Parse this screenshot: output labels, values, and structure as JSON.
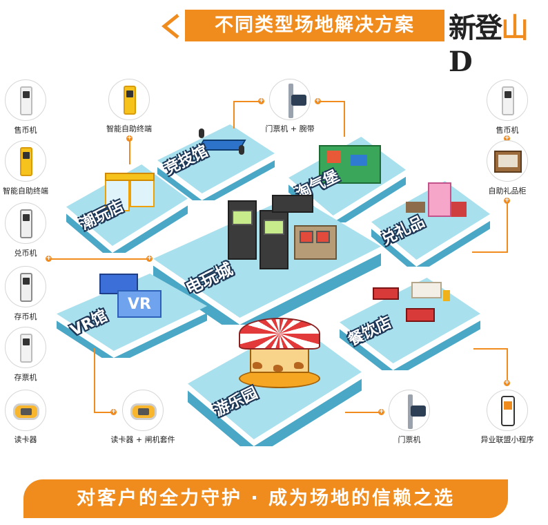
{
  "header": {
    "title": "不同类型场地解决方案",
    "brand_main": "新登",
    "brand_mark": "山",
    "brand_tail": "D",
    "accent": "#f08c1e"
  },
  "left_devices": [
    {
      "label": "售币机",
      "icon": "coin-vending-machine-icon"
    },
    {
      "label": "智能自助终端",
      "icon": "self-service-terminal-icon"
    },
    {
      "label": "兑币机",
      "icon": "coin-exchange-machine-icon"
    },
    {
      "label": "存币机",
      "icon": "coin-deposit-machine-icon"
    },
    {
      "label": "存票机",
      "icon": "ticket-deposit-machine-icon"
    },
    {
      "label": "读卡器",
      "icon": "card-reader-icon"
    }
  ],
  "right_devices": [
    {
      "label": "售币机",
      "icon": "coin-vending-machine-icon"
    },
    {
      "label": "自助礼品柜",
      "icon": "gift-cabinet-icon"
    }
  ],
  "inner_devices": {
    "terminal": {
      "label": "智能自助终端",
      "icon": "self-service-terminal-icon"
    },
    "gate_wristband": {
      "label": "门票机 + 腕带",
      "icon": "gate-machine-wristband-icon"
    },
    "reader_gate": {
      "label": "读卡器 + 闸机套件",
      "icon": "card-reader-gate-icon"
    },
    "gate": {
      "label": "门票机",
      "icon": "gate-machine-icon"
    },
    "miniapp": {
      "label": "异业联盟小程序",
      "icon": "mini-program-icon"
    }
  },
  "venues": {
    "competition": "竞技馆",
    "naughty_castle": "淘气堡",
    "trendy_store": "潮玩店",
    "arcade": "电玩城",
    "gift_exchange": "兑礼品",
    "vr": "VR馆",
    "restaurant": "餐饮店",
    "amusement_park": "游乐园"
  },
  "footer": {
    "slogan": "对客户的全力守护 · 成为场地的信赖之选"
  }
}
